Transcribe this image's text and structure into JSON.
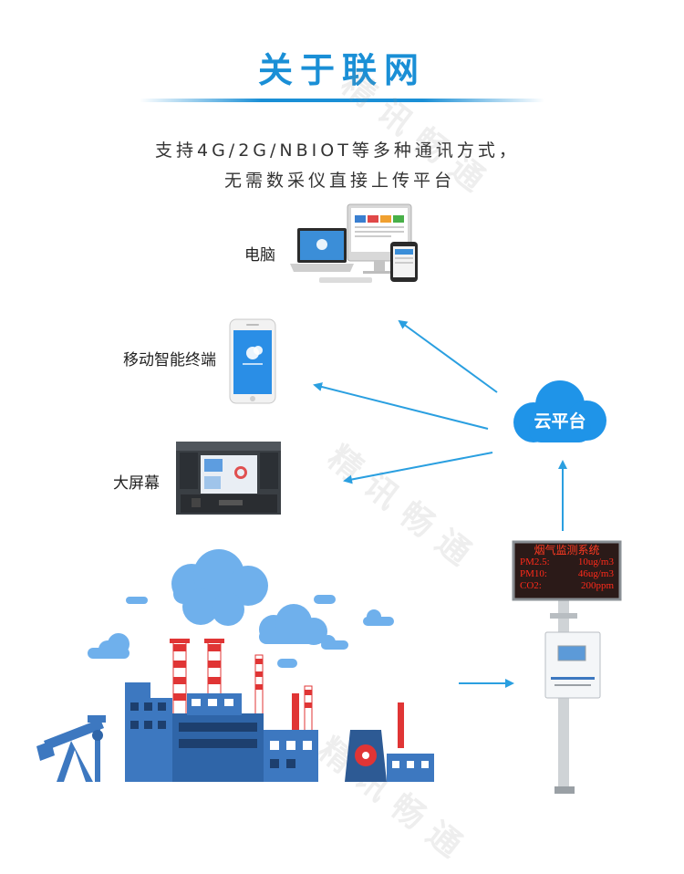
{
  "header": {
    "title": "关于联网",
    "description_line1": "支持4G/2G/NBIOT等多种通讯方式，",
    "description_line2": "无需数采仪直接上传平台"
  },
  "devices": {
    "pc_label": "电脑",
    "mobile_label": "移动智能终端",
    "screen_label": "大屏幕"
  },
  "cloud": {
    "label": "云平台"
  },
  "monitor": {
    "display_title": "烟气监测系统",
    "rows": [
      {
        "name": "PM2.5:",
        "value": "10ug/m3"
      },
      {
        "name": "PM10:",
        "value": "46ug/m3"
      },
      {
        "name": "CO2:",
        "value": "200ppm"
      }
    ]
  },
  "watermark": "精讯畅通",
  "colors": {
    "accent": "#1a8fd6",
    "arrow": "#2a9fe0",
    "factory_blue": "#3d78c0",
    "smoke": "#6fb0ec",
    "stack_red": "#e03535",
    "led_red": "#ff2a1a"
  }
}
